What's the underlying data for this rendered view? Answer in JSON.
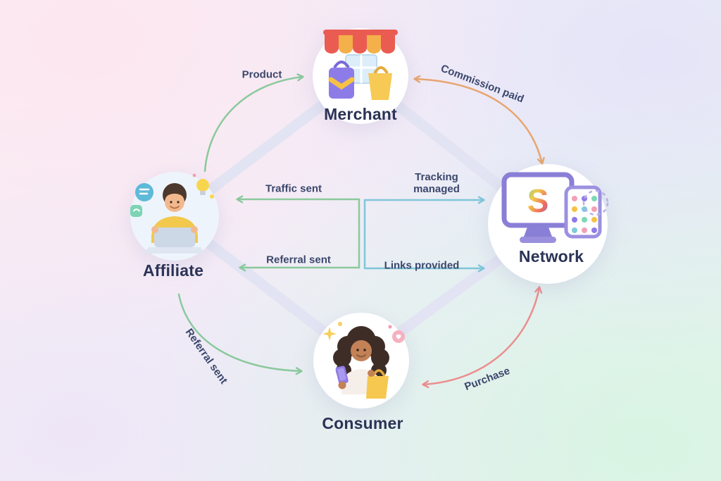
{
  "diagram": {
    "nodes": {
      "merchant": {
        "label": "Merchant"
      },
      "affiliate": {
        "label": "Affiliate"
      },
      "network": {
        "label": "Network",
        "logo_letter": "S"
      },
      "consumer": {
        "label": "Consumer"
      }
    },
    "edges": {
      "product": {
        "label": "Product",
        "color": "#8bc99c"
      },
      "commission_paid": {
        "label": "Commission paid",
        "color": "#e8a56e"
      },
      "traffic_sent": {
        "label": "Traffic sent",
        "color": "#8bc99c"
      },
      "tracking_managed": {
        "label": "Tracking managed",
        "color": "#7fc6d9"
      },
      "referral_sent_mid": {
        "label": "Referral sent",
        "color": "#8bc99c"
      },
      "links_provided": {
        "label": "Links provided",
        "color": "#7fc6d9"
      },
      "referral_sent_diagonal": {
        "label": "Referral sent",
        "color": "#8bc99c"
      },
      "purchase": {
        "label": "Purchase",
        "color": "#ec8d8d"
      }
    },
    "colors": {
      "connector": "#e3e4f3",
      "label_text": "#3b476c"
    }
  }
}
